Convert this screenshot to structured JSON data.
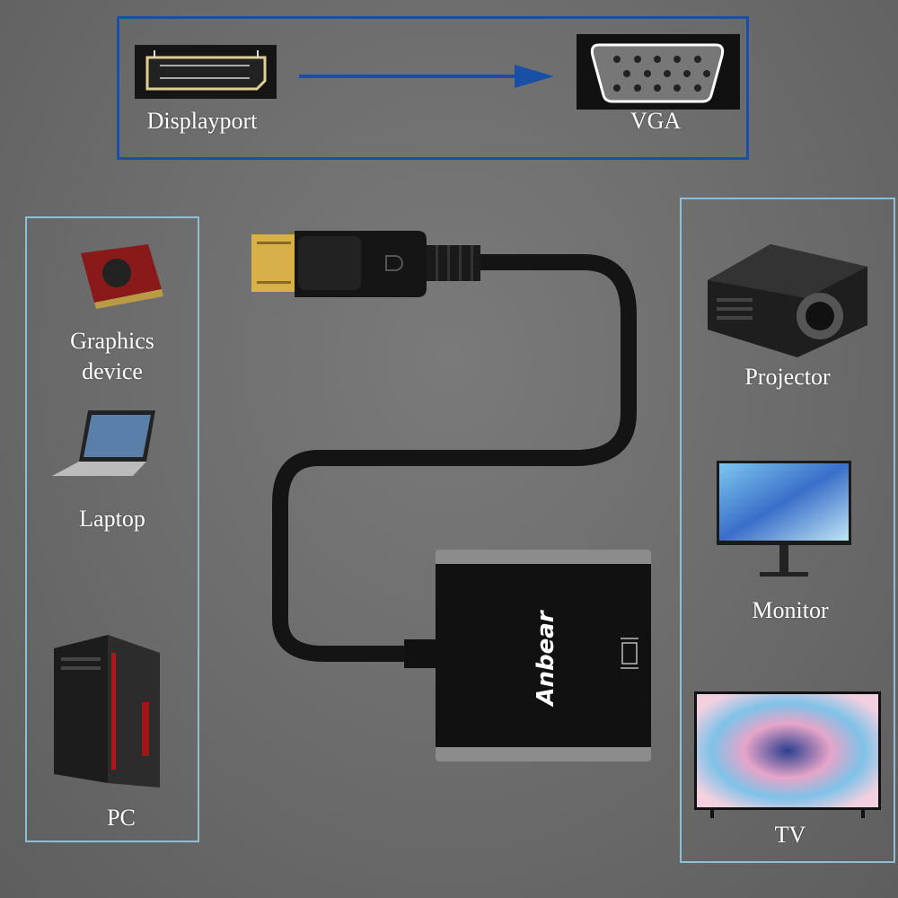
{
  "header": {
    "source_label": "Displayport",
    "target_label": "VGA"
  },
  "adapter": {
    "brand": "Anbear"
  },
  "left_panel": {
    "items": [
      {
        "label": "Graphics device",
        "icon": "graphics-card-icon"
      },
      {
        "label": "Laptop",
        "icon": "laptop-icon"
      },
      {
        "label": "PC",
        "icon": "pc-tower-icon"
      }
    ]
  },
  "right_panel": {
    "items": [
      {
        "label": "Projector",
        "icon": "projector-icon"
      },
      {
        "label": "Monitor",
        "icon": "monitor-icon"
      },
      {
        "label": "TV",
        "icon": "tv-icon"
      }
    ]
  },
  "colors": {
    "accent_blue": "#1a4fa6",
    "panel_border": "#8fbfd8",
    "gold": "#d8b04a"
  }
}
